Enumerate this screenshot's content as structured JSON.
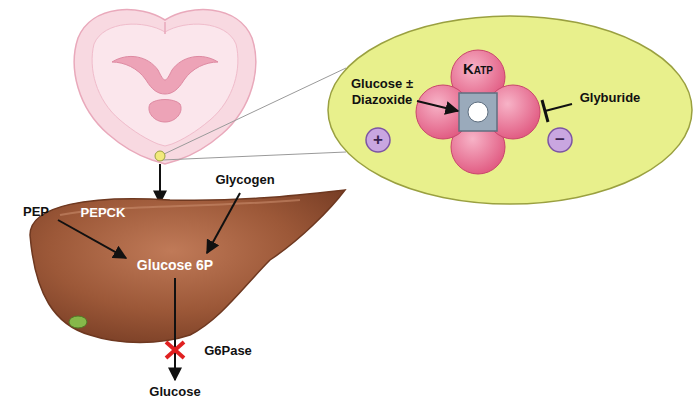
{
  "diagram": {
    "nodes": [
      {
        "text": [
          "KATP"
        ]
      },
      {
        "text": [
          "+"
        ]
      },
      {
        "text": [
          "−"
        ]
      },
      {
        "text": [
          "PEPCK",
          "Glucose 6P"
        ]
      }
    ],
    "labels": [
      "Glucose ± Diazoxide",
      "Glyburide",
      "PEP",
      "Glycogen",
      "G6Pase",
      "Glucose"
    ]
  }
}
